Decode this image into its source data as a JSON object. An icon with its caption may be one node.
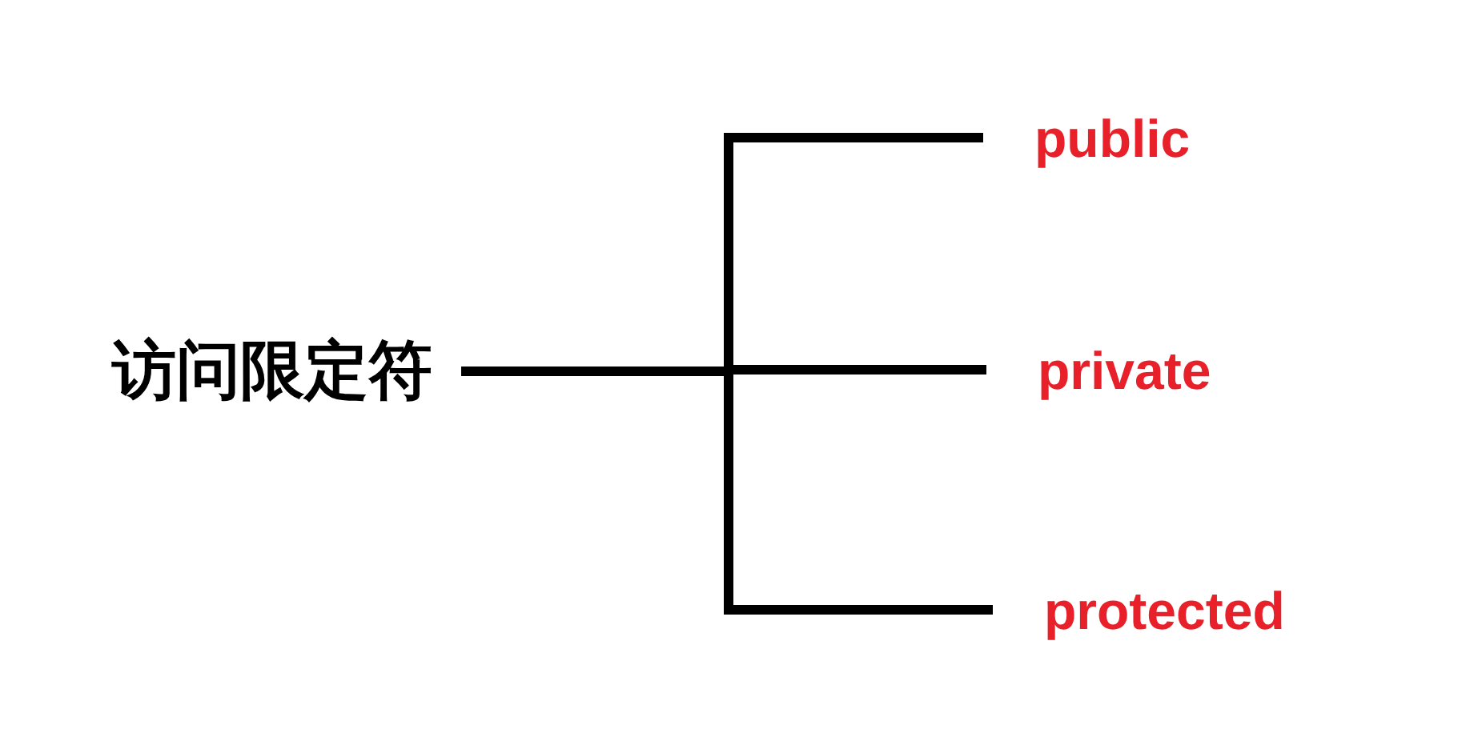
{
  "diagram": {
    "nodes": [
      {
        "text": [
          "访问限定符"
        ]
      },
      {
        "text": [
          "public"
        ]
      },
      {
        "text": [
          "private"
        ]
      },
      {
        "text": [
          "protected"
        ]
      }
    ],
    "edges": [
      {
        "from": 0,
        "to": 1,
        "arrow": "none"
      },
      {
        "from": 0,
        "to": 2,
        "arrow": "none"
      },
      {
        "from": 0,
        "to": 3,
        "arrow": "none"
      }
    ]
  }
}
